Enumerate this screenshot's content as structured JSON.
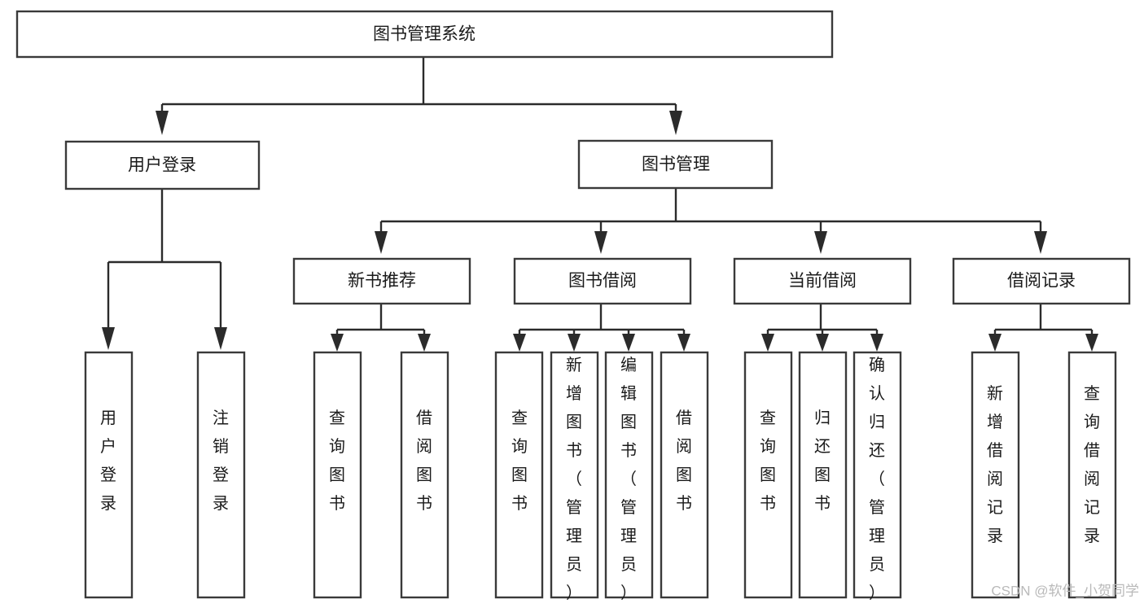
{
  "diagram": {
    "title": "图书管理系统",
    "type": "tree-hierarchy",
    "watermark": "CSDN @软件_小贺同学",
    "colors": {
      "box_stroke": "#3a3a3a",
      "box_fill": "#ffffff",
      "connector": "#2b2b2b",
      "text": "#1a1a1a",
      "watermark": "#b9b9b9",
      "background": "#ffffff"
    },
    "root": {
      "label": "图书管理系统"
    },
    "level2": [
      {
        "label": "用户登录"
      },
      {
        "label": "图书管理"
      }
    ],
    "level3": [
      {
        "label": "新书推荐"
      },
      {
        "label": "图书借阅"
      },
      {
        "label": "当前借阅"
      },
      {
        "label": "借阅记录"
      }
    ],
    "leaves": {
      "user_login": [
        {
          "label": "用户登录"
        },
        {
          "label": "注销登录"
        }
      ],
      "new_book_recommend": [
        {
          "label": "查询图书"
        },
        {
          "label": "借阅图书"
        }
      ],
      "book_borrow": [
        {
          "label": "查询图书"
        },
        {
          "label": "新增图书（管理员）"
        },
        {
          "label": "编辑图书（管理员）"
        },
        {
          "label": "借阅图书"
        }
      ],
      "current_borrow": [
        {
          "label": "查询图书"
        },
        {
          "label": "归还图书"
        },
        {
          "label": "确认归还（管理员）"
        }
      ],
      "borrow_record": [
        {
          "label": "新增借阅记录"
        },
        {
          "label": "查询借阅记录"
        }
      ]
    }
  }
}
